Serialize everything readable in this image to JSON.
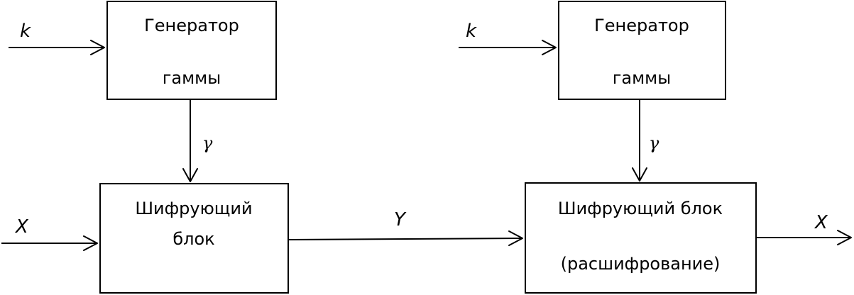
{
  "left": {
    "generator": {
      "line1": "Генератор",
      "line2": "гаммы"
    },
    "cipher": {
      "line1": "Шифрующий",
      "line2": "блок"
    },
    "key_label": "k",
    "gamma_label": "γ",
    "input_label": "X"
  },
  "channel_label": "Y",
  "right": {
    "generator": {
      "line1": "Генератор",
      "line2": "гаммы"
    },
    "cipher": {
      "line1": "Шифрующий блок",
      "line2": "(расшифрование)"
    },
    "key_label": "k",
    "gamma_label": "γ",
    "output_label": "X"
  }
}
